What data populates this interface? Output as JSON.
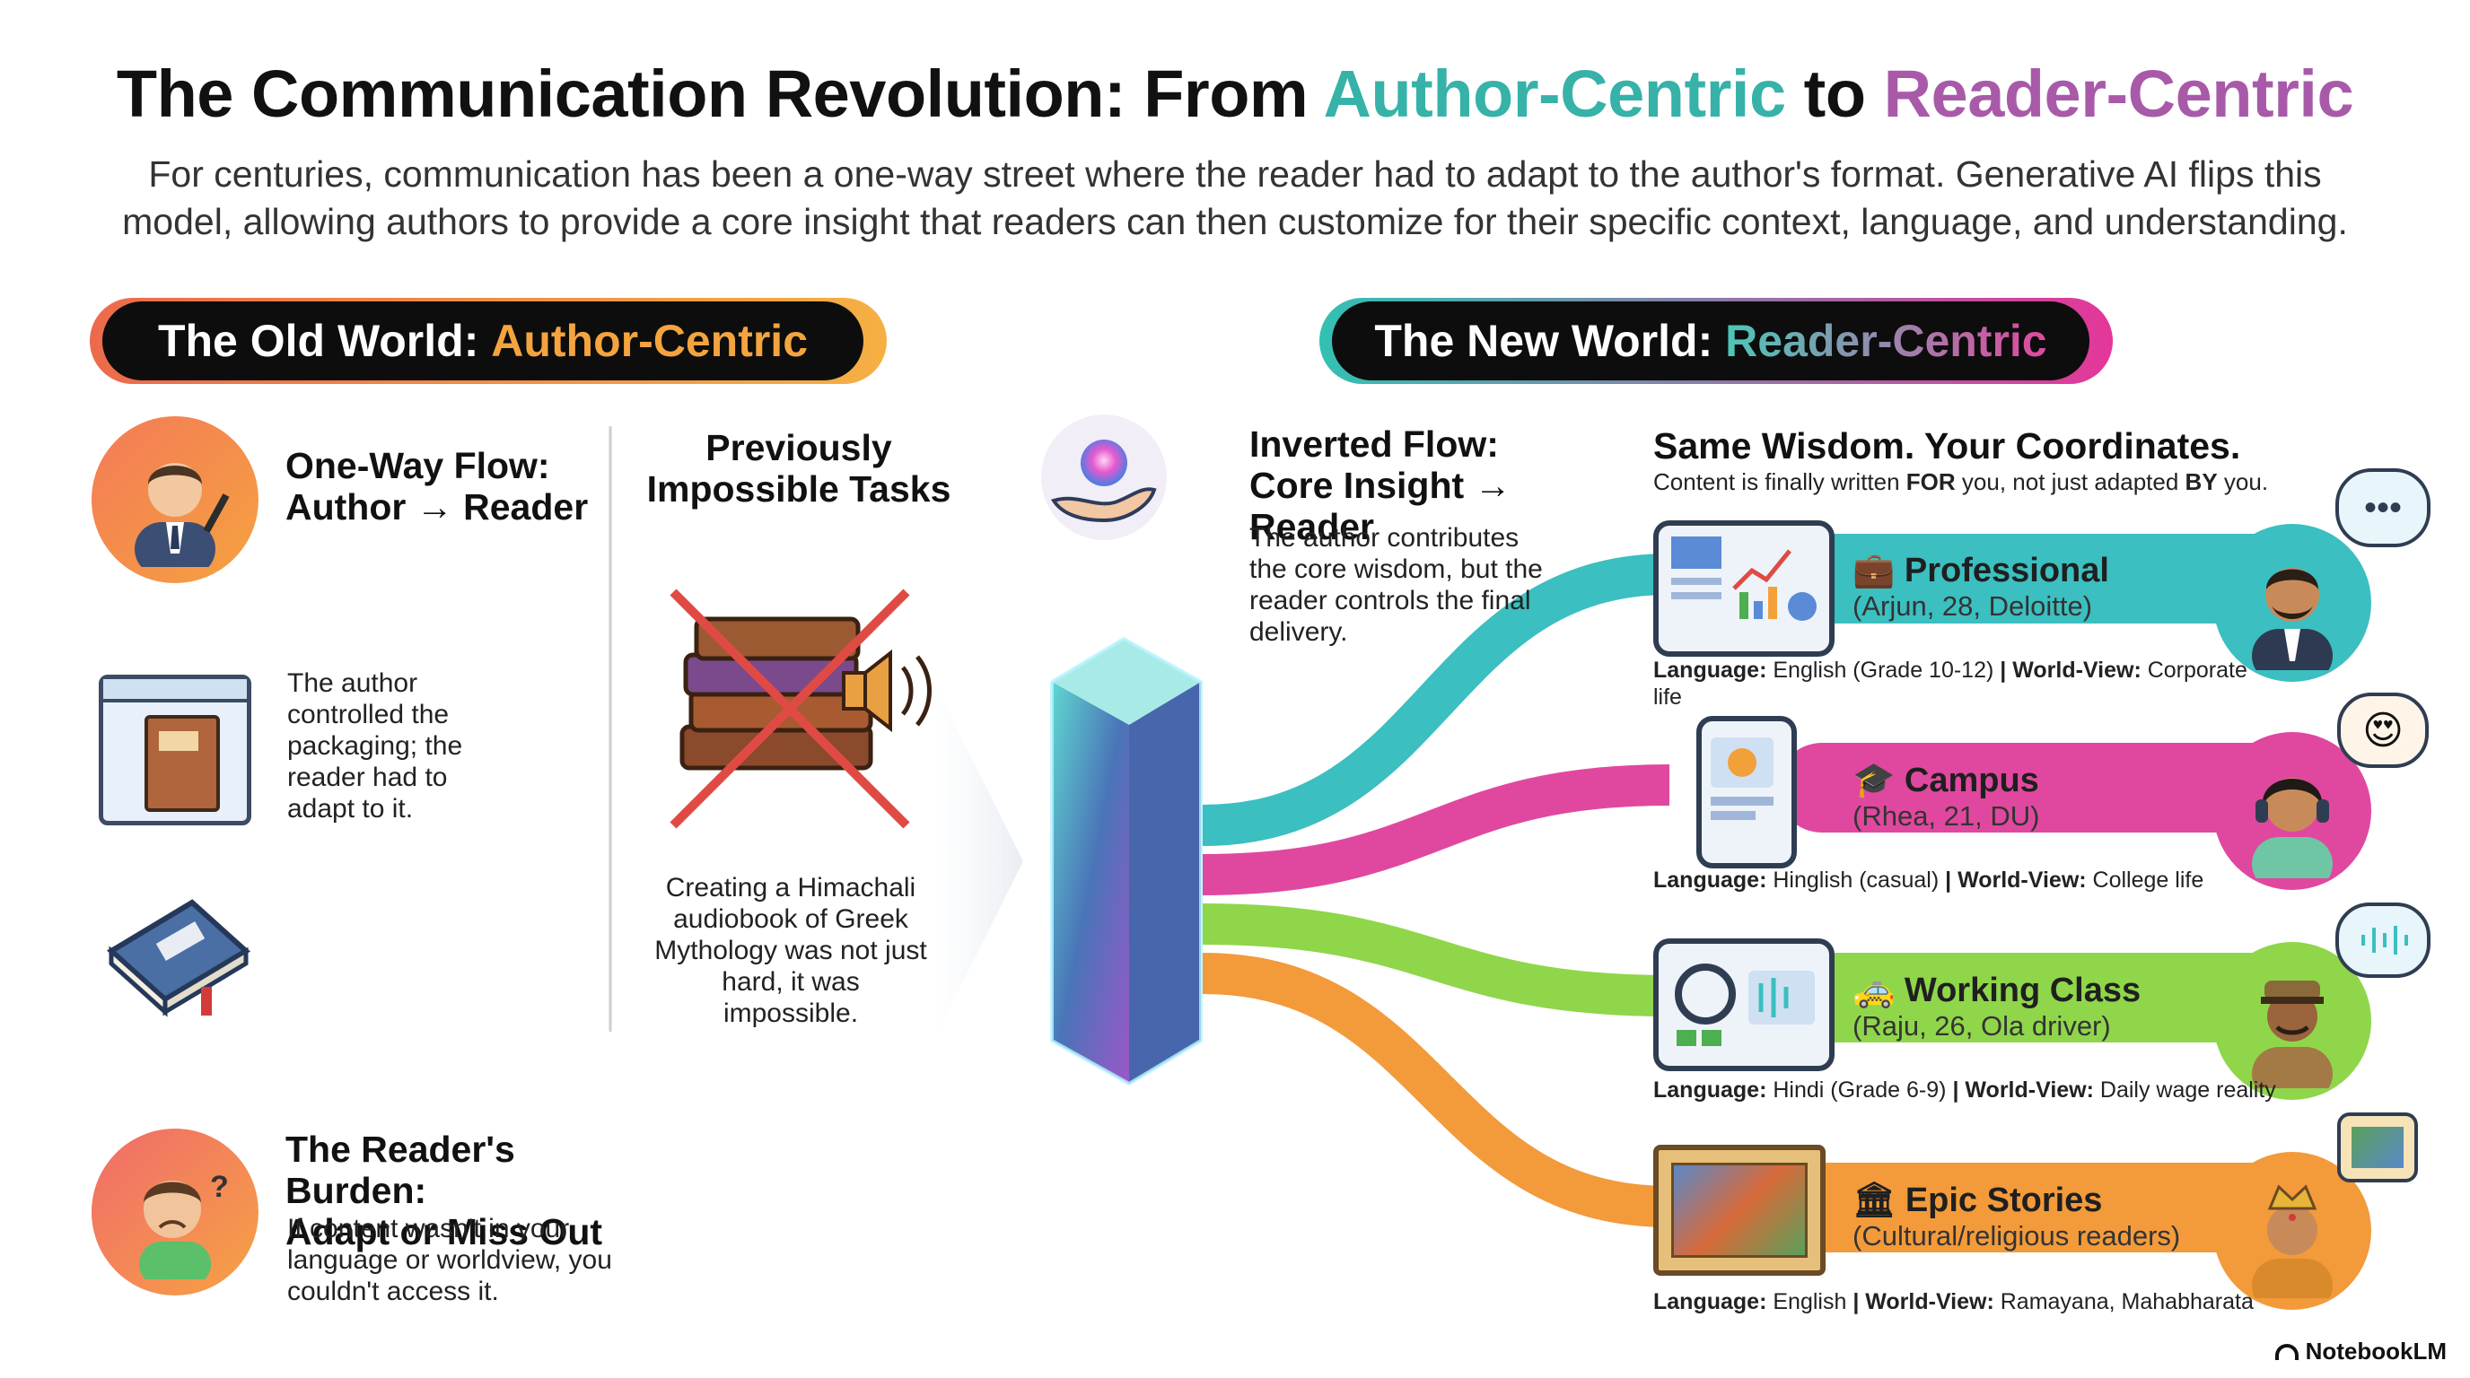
{
  "title": {
    "prefix": "The Communication Revolution: From ",
    "author_centric": "Author-Centric",
    "connector": " to ",
    "reader_centric": "Reader-Centric"
  },
  "subtitle": "For centuries, communication has been a one-way street where the reader had to adapt to the author's format. Generative AI flips this model, allowing authors to provide a core insight that readers can then customize for their specific context, language, and understanding.",
  "old_world": {
    "banner_prefix": "The Old World: ",
    "banner_highlight": "Author-Centric",
    "one_way_flow": {
      "title_line1": "One-Way Flow:",
      "title_line2": "Author → Reader"
    },
    "control_text": "The author controlled the packaging; the reader had to adapt to it.",
    "previously": {
      "title_line1": "Previously",
      "title_line2": "Impossible Tasks",
      "text": "Creating a Himachali audiobook of Greek Mythology was not just hard, it was impossible."
    },
    "burden": {
      "title_line1": "The Reader's Burden:",
      "title_line2": "Adapt or Miss Out",
      "text": "If content wasn't in your language or worldview, you couldn't access it."
    }
  },
  "new_world": {
    "banner_prefix": "The New World: ",
    "banner_highlight": "Reader-Centric",
    "inverted": {
      "title_line1": "Inverted Flow:",
      "title_line2": "Core Insight → Reader",
      "text": "The author contributes the core wisdom, but the reader controls the final delivery."
    },
    "same_wisdom": {
      "title": "Same Wisdom. Your Coordinates.",
      "sub_prefix": "Content is finally written ",
      "sub_for": "FOR",
      "sub_mid": " you, not just adapted ",
      "sub_by": "BY",
      "sub_end": " you."
    },
    "personas": [
      {
        "icon": "💼",
        "label": "Professional",
        "who": "(Arjun, 28, Deloitte)",
        "language_key": "Language:",
        "language": "English (Grade 10-12)",
        "sep": "|",
        "world_key": "World-View:",
        "world": "Corporate life",
        "color": "#3bbfc0"
      },
      {
        "icon": "🎓",
        "label": "Campus",
        "who": "(Rhea, 21, DU)",
        "language_key": "Language:",
        "language": "Hinglish (casual)",
        "sep": "|",
        "world_key": "World-View:",
        "world": "College life",
        "color": "#e0489f"
      },
      {
        "icon": "🚕",
        "label": "Working Class",
        "who": "(Raju, 26, Ola driver)",
        "language_key": "Language:",
        "language": "Hindi (Grade 6-9)",
        "sep": "|",
        "world_key": "World-View:",
        "world": "Daily wage reality",
        "color": "#8fd64a"
      },
      {
        "icon": "🏛",
        "label": "Epic Stories",
        "who": "(Cultural/religious readers)",
        "language_key": "Language:",
        "language": "English",
        "sep": "|",
        "world_key": "World-View:",
        "world": "Ramayana, Mahabharata",
        "color": "#f39a3b"
      }
    ]
  },
  "brand": "NotebookLM",
  "colors": {
    "teal": "#36b2a8",
    "purple": "#a85aa9",
    "orange_accent": "#f2a03a",
    "pink": "#e0489f"
  }
}
